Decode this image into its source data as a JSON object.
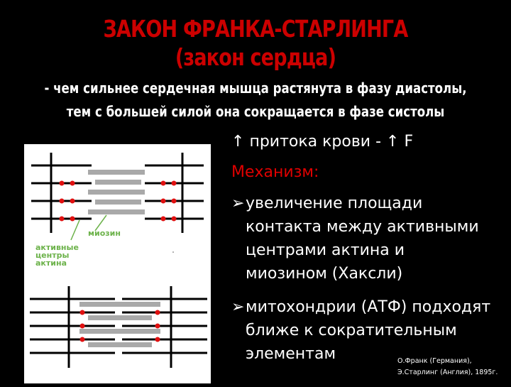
{
  "title": {
    "line1": "ЗАКОН ФРАНКА-СТАРЛИНГА",
    "line2": "(закон сердца)"
  },
  "subtitle": {
    "line1": "- чем сильнее сердечная мышца растянута в фазу диастолы,",
    "line2": "тем с большей силой она сокращается в фазе систолы"
  },
  "flow": {
    "arrow_icon": "up-arrow-icon",
    "part1": "притока крови -",
    "part2": "F"
  },
  "mechanism_label": "Механизм:",
  "bullets": [
    {
      "lines": [
        "увеличение площади",
        "контакта между активными",
        "центрами актина и",
        "миозином (Хаксли)"
      ]
    },
    {
      "lines": [
        "митохондрии (АТФ) подходят",
        "ближе к сократительным",
        "элементам"
      ]
    }
  ],
  "credit": {
    "line1": "О.Франк (Германия),",
    "line2": "Э.Старлинг (Англия), 1895г."
  },
  "diagram": {
    "myosin_label": "миозин",
    "actin_label": [
      "активные",
      "центры",
      "актина"
    ],
    "colors": {
      "dot": "#e01010",
      "myosin": "#a9a9a9",
      "line": "#000000",
      "label": "#6cb24a"
    }
  }
}
